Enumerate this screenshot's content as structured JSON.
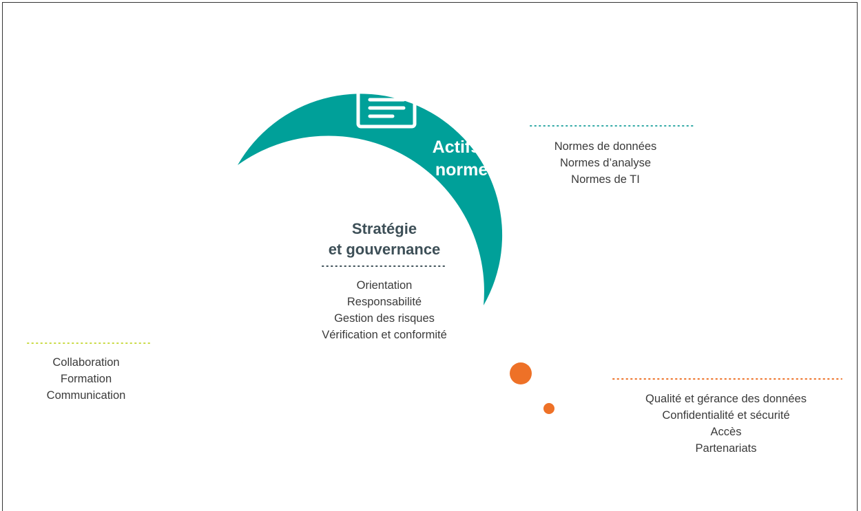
{
  "colors": {
    "teal": "#00a099",
    "orange": "#ee7127",
    "lime": "#c9da42",
    "center_title": "#3d4f57",
    "text": "#3a3a3a",
    "dot_teal": "#2fa8a5",
    "dot_orange": "#ee7127",
    "dot_lime": "#c9da42"
  },
  "center": {
    "title_line1": "Stratégie",
    "title_line2": "et gouvernance",
    "items": [
      "Orientation",
      "Responsabilité",
      "Gestion des risques",
      "Vérification et conformité"
    ]
  },
  "segments": {
    "actifs": {
      "icon": "clipboard-check-icon",
      "title_line1": "Actifs et",
      "title_line2": "normes",
      "items": [
        "Normes de données",
        "Normes d’analyse",
        "Normes de TI"
      ]
    },
    "politiques": {
      "icon": "gears-icon",
      "title_line1": "Politiques et",
      "title_line2": "processus",
      "items": [
        "Qualité et gérance des données",
        "Confidentialité et sécurité",
        "Accès",
        "Partenariats"
      ]
    },
    "personnes": {
      "icon": "people-icon",
      "title_line1": "Personnes et",
      "title_line2": "connaissances",
      "items": [
        "Collaboration",
        "Formation",
        "Communication"
      ]
    }
  }
}
